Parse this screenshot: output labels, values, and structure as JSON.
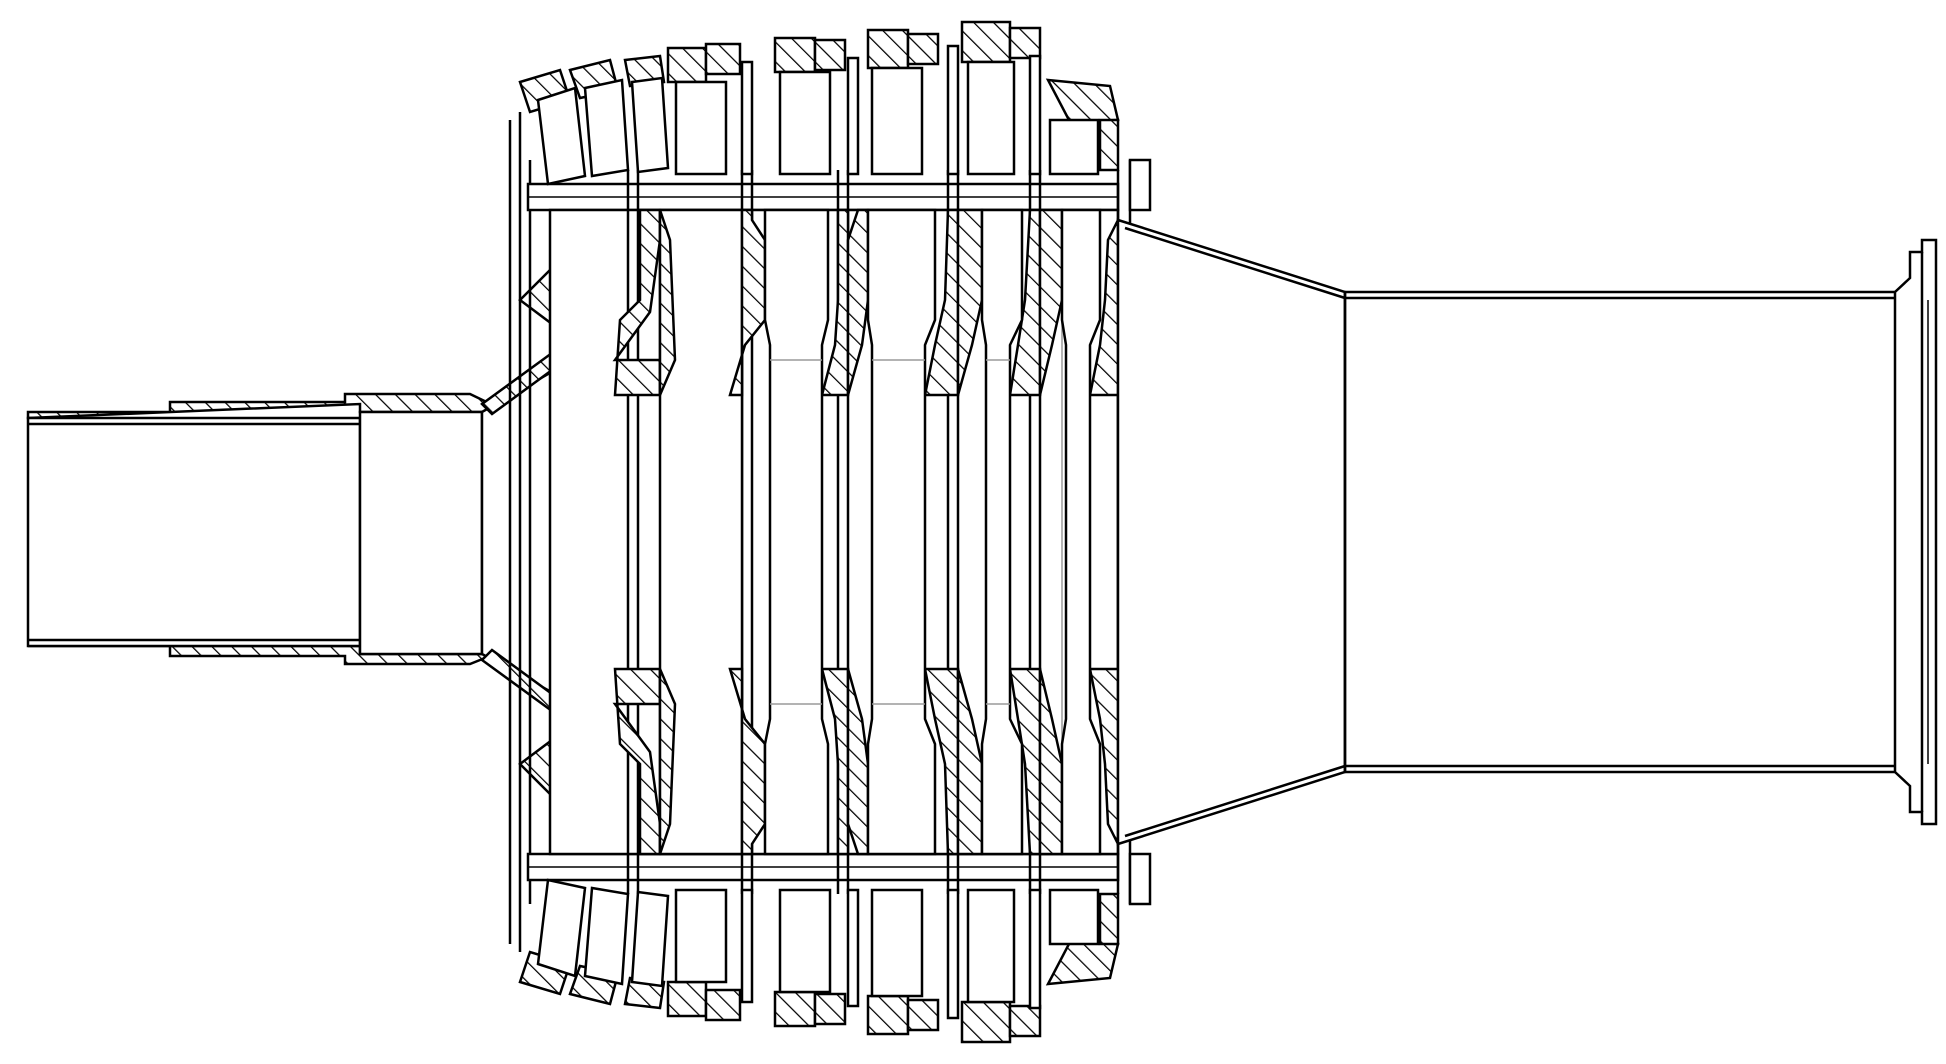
{
  "drawing": {
    "type": "engineering-cross-section",
    "line_color": "#000000",
    "background": "#ffffff",
    "hatch_pattern": "diagonal-45",
    "stage_count": 5,
    "components": [
      "inlet-pipe",
      "inlet-cone",
      "rotor-stages",
      "casing-vane-rings",
      "outlet-diffuser",
      "outlet-duct",
      "outlet-flange"
    ]
  }
}
